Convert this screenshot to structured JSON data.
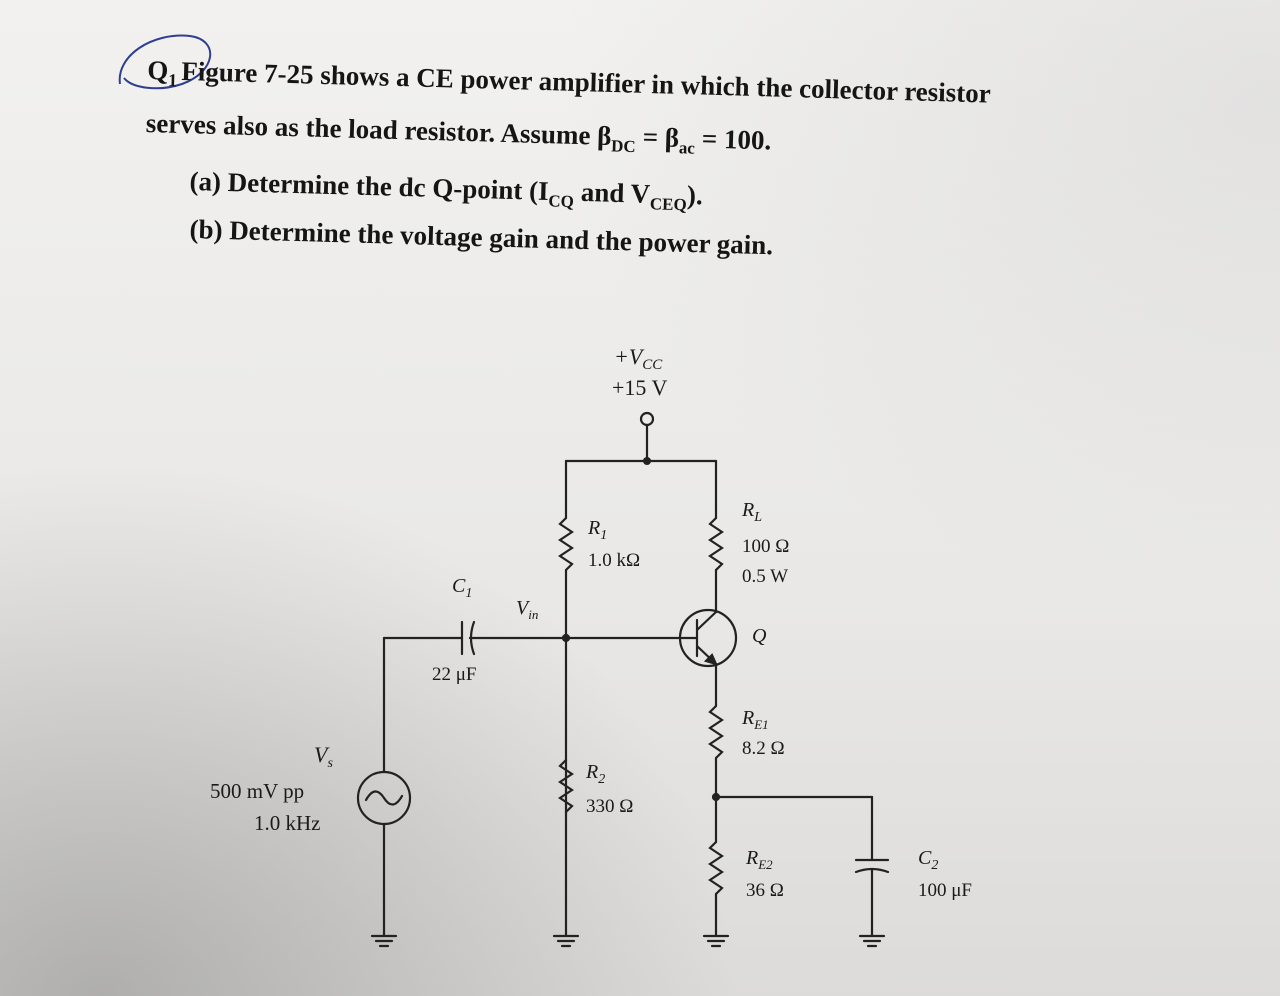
{
  "question": {
    "label": "Q",
    "label_sub": "1",
    "line1": "Figure 7-25 shows a CE power amplifier in which the collector resistor",
    "line2_text": "serves also as the load resistor. Assume β",
    "beta_dc_sub": "DC",
    "equals1": " = β",
    "beta_ac_sub": "ac",
    "equals2": " = 100."
  },
  "parts": {
    "a_text": "(a) Determine the dc Q-point (I",
    "a_icq_sub": "CQ",
    "a_and": " and V",
    "a_vceq_sub": "CEQ",
    "a_end": ").",
    "b_text": "(b) Determine the voltage gain and the power gain."
  },
  "circuit": {
    "vcc_label": "+V",
    "vcc_sub": "CC",
    "vcc_value": "+15 V",
    "r1_label": "R",
    "r1_sub": "1",
    "r1_value": "1.0 kΩ",
    "rl_label": "R",
    "rl_sub": "L",
    "rl_value": "100 Ω",
    "rl_power": "0.5 W",
    "c1_label": "C",
    "c1_sub": "1",
    "c1_value": "22 μF",
    "vin_label": "V",
    "vin_sub": "in",
    "q_label": "Q",
    "re1_label": "R",
    "re1_sub": "E1",
    "re1_value": "8.2 Ω",
    "r2_label": "R",
    "r2_sub": "2",
    "r2_value": "330 Ω",
    "re2_label": "R",
    "re2_sub": "E2",
    "re2_value": "36 Ω",
    "c2_label": "C",
    "c2_sub": "2",
    "c2_value": "100 μF",
    "vs_label": "V",
    "vs_sub": "s",
    "vs_amplitude": "500 mV pp",
    "vs_freq": "1.0 kHz"
  }
}
